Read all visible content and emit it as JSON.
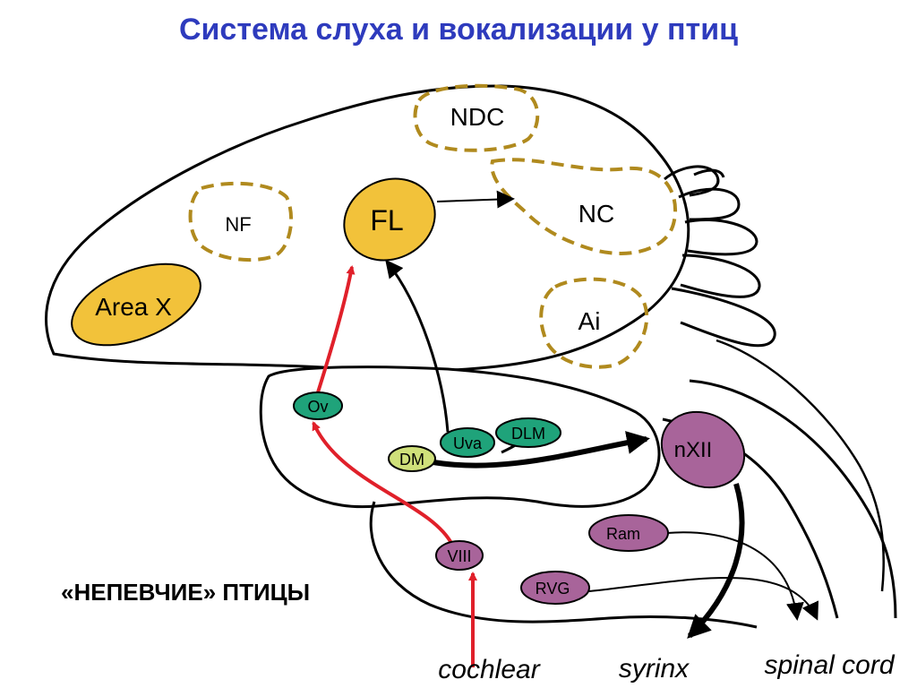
{
  "title": "Система слуха и вокализации у птиц",
  "subtitle": "«НЕПЕВЧИЕ» ПТИЦЫ",
  "colors": {
    "title": "#2e3bbd",
    "nucleus_yellow": "#f2c23a",
    "nucleus_green": "#1fa37a",
    "nucleus_lightgreen": "#cfe07a",
    "nucleus_purple": "#a8649a",
    "dashed_outline": "#b08a1e",
    "pathway_red": "#e0202a",
    "pathway_black": "#000000"
  },
  "regions": {
    "ndc": "NDC",
    "nc": "NC",
    "nf": "NF",
    "ai": "Ai",
    "fl": "FL",
    "area_x": "Area X",
    "ov": "Ov",
    "uva": "Uva",
    "dlm": "DLM",
    "dm": "DM",
    "nxii": "nXII",
    "ram": "Ram",
    "rvg": "RVG",
    "viii": "VIII"
  },
  "outputs": {
    "cochlear": "cochlear",
    "syrinx": "syrinx",
    "spinal_cord": "spinal cord"
  }
}
